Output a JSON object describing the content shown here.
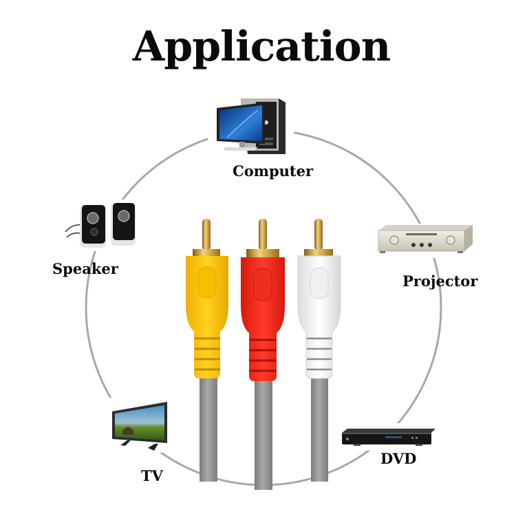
{
  "title": "Application",
  "devices": [
    {
      "id": "computer",
      "label": "Computer",
      "icon": "computer-icon"
    },
    {
      "id": "speaker",
      "label": "Speaker",
      "icon": "speaker-icon"
    },
    {
      "id": "projector",
      "label": "Projector",
      "icon": "amplifier-icon"
    },
    {
      "id": "tv",
      "label": "TV",
      "icon": "tv-icon"
    },
    {
      "id": "dvd",
      "label": "DVD",
      "icon": "dvd-player-icon"
    }
  ],
  "connectors": [
    {
      "name": "yellow-rca-plug",
      "color": "#f7c200"
    },
    {
      "name": "red-rca-plug",
      "color": "#ee2a1c"
    },
    {
      "name": "white-rca-plug",
      "color": "#f4f4f4"
    }
  ],
  "colors": {
    "circle": "#a8a8a8",
    "cable": "#8e8e8e",
    "gold": "#c9962e",
    "text": "#0a0a0a"
  }
}
